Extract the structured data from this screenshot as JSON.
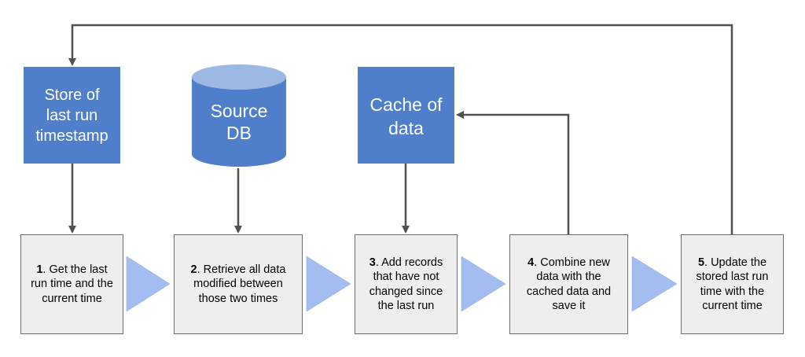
{
  "colors": {
    "box_blue": "#4f7fcb",
    "db_top": "#9db8e3",
    "step_fill": "#eeeeee",
    "step_border": "#6b6b6b",
    "chevron": "#a4bdf1",
    "connector": "#505050"
  },
  "store": {
    "label": "Store of\nlast run\ntimestamp"
  },
  "source_db": {
    "label": "Source\nDB"
  },
  "cache": {
    "label": "Cache of\ndata"
  },
  "steps": [
    {
      "number": "1",
      "text": ". Get the last run time and the current time"
    },
    {
      "number": "2",
      "text": ". Retrieve all data modified between those two times"
    },
    {
      "number": "3",
      "text": ". Add records that have not changed since the last run"
    },
    {
      "number": "4",
      "text": ". Combine new data with the cached data and save it"
    },
    {
      "number": "5",
      "text": ". Update the stored last run time with the current time"
    }
  ]
}
